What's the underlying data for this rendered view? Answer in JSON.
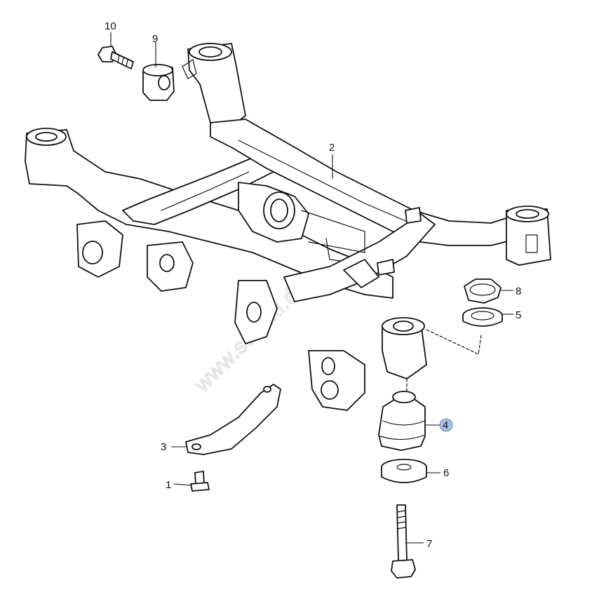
{
  "callouts": {
    "p1": "1",
    "p2": "2",
    "p3": "3",
    "p4": "4",
    "p5": "5",
    "p6": "6",
    "p7": "7",
    "p8": "8",
    "p9": "9",
    "p10": "10"
  },
  "highlight_color": "#a8bde6",
  "watermark": "www.suzuki.dmos"
}
